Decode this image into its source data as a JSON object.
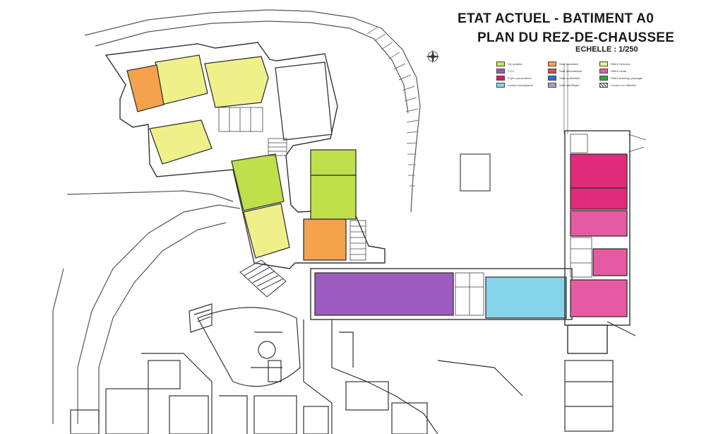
{
  "header": {
    "title_line1": "ETAT ACTUEL - BATIMENT A0",
    "title_line2": "PLAN DU REZ-DE-CHAUSSEE",
    "scale": "ECHELLE : 1/250"
  },
  "legend": [
    {
      "label": "Vie scolaire",
      "color": "#c9e84c"
    },
    {
      "label": "Salle banalisée",
      "color": "#f3a14a"
    },
    {
      "label": "Filière Services",
      "color": "#f2f081"
    },
    {
      "label": "C D I",
      "color": "#9b59b6"
    },
    {
      "label": "Salle informatique",
      "color": "#e04a4a"
    },
    {
      "label": "Filière Vente",
      "color": "#e75aa0"
    },
    {
      "label": "Foyer socioculturel",
      "color": "#d81b60"
    },
    {
      "label": "Salle multimédia",
      "color": "#2a6fd6"
    },
    {
      "label": "Filière Aménag. paysager",
      "color": "#3aa43a"
    },
    {
      "label": "Locaux enseignants",
      "color": "#7fd6e8"
    },
    {
      "label": "Salle spécifique",
      "color": "#9aa9c9"
    },
    {
      "label": "Locaux non affectés",
      "color": "hatch"
    }
  ],
  "colors": {
    "services": "#f0f08a",
    "banalisee": "#f4a24c",
    "vie_scolaire": "#bfe04a",
    "cdi": "#9d5cc0",
    "locaux_enseignants": "#86d4ea",
    "vente": "#e65aa2",
    "foyer": "#e02a7a"
  },
  "icons": {
    "north_arrow": "compass-rose-icon"
  }
}
